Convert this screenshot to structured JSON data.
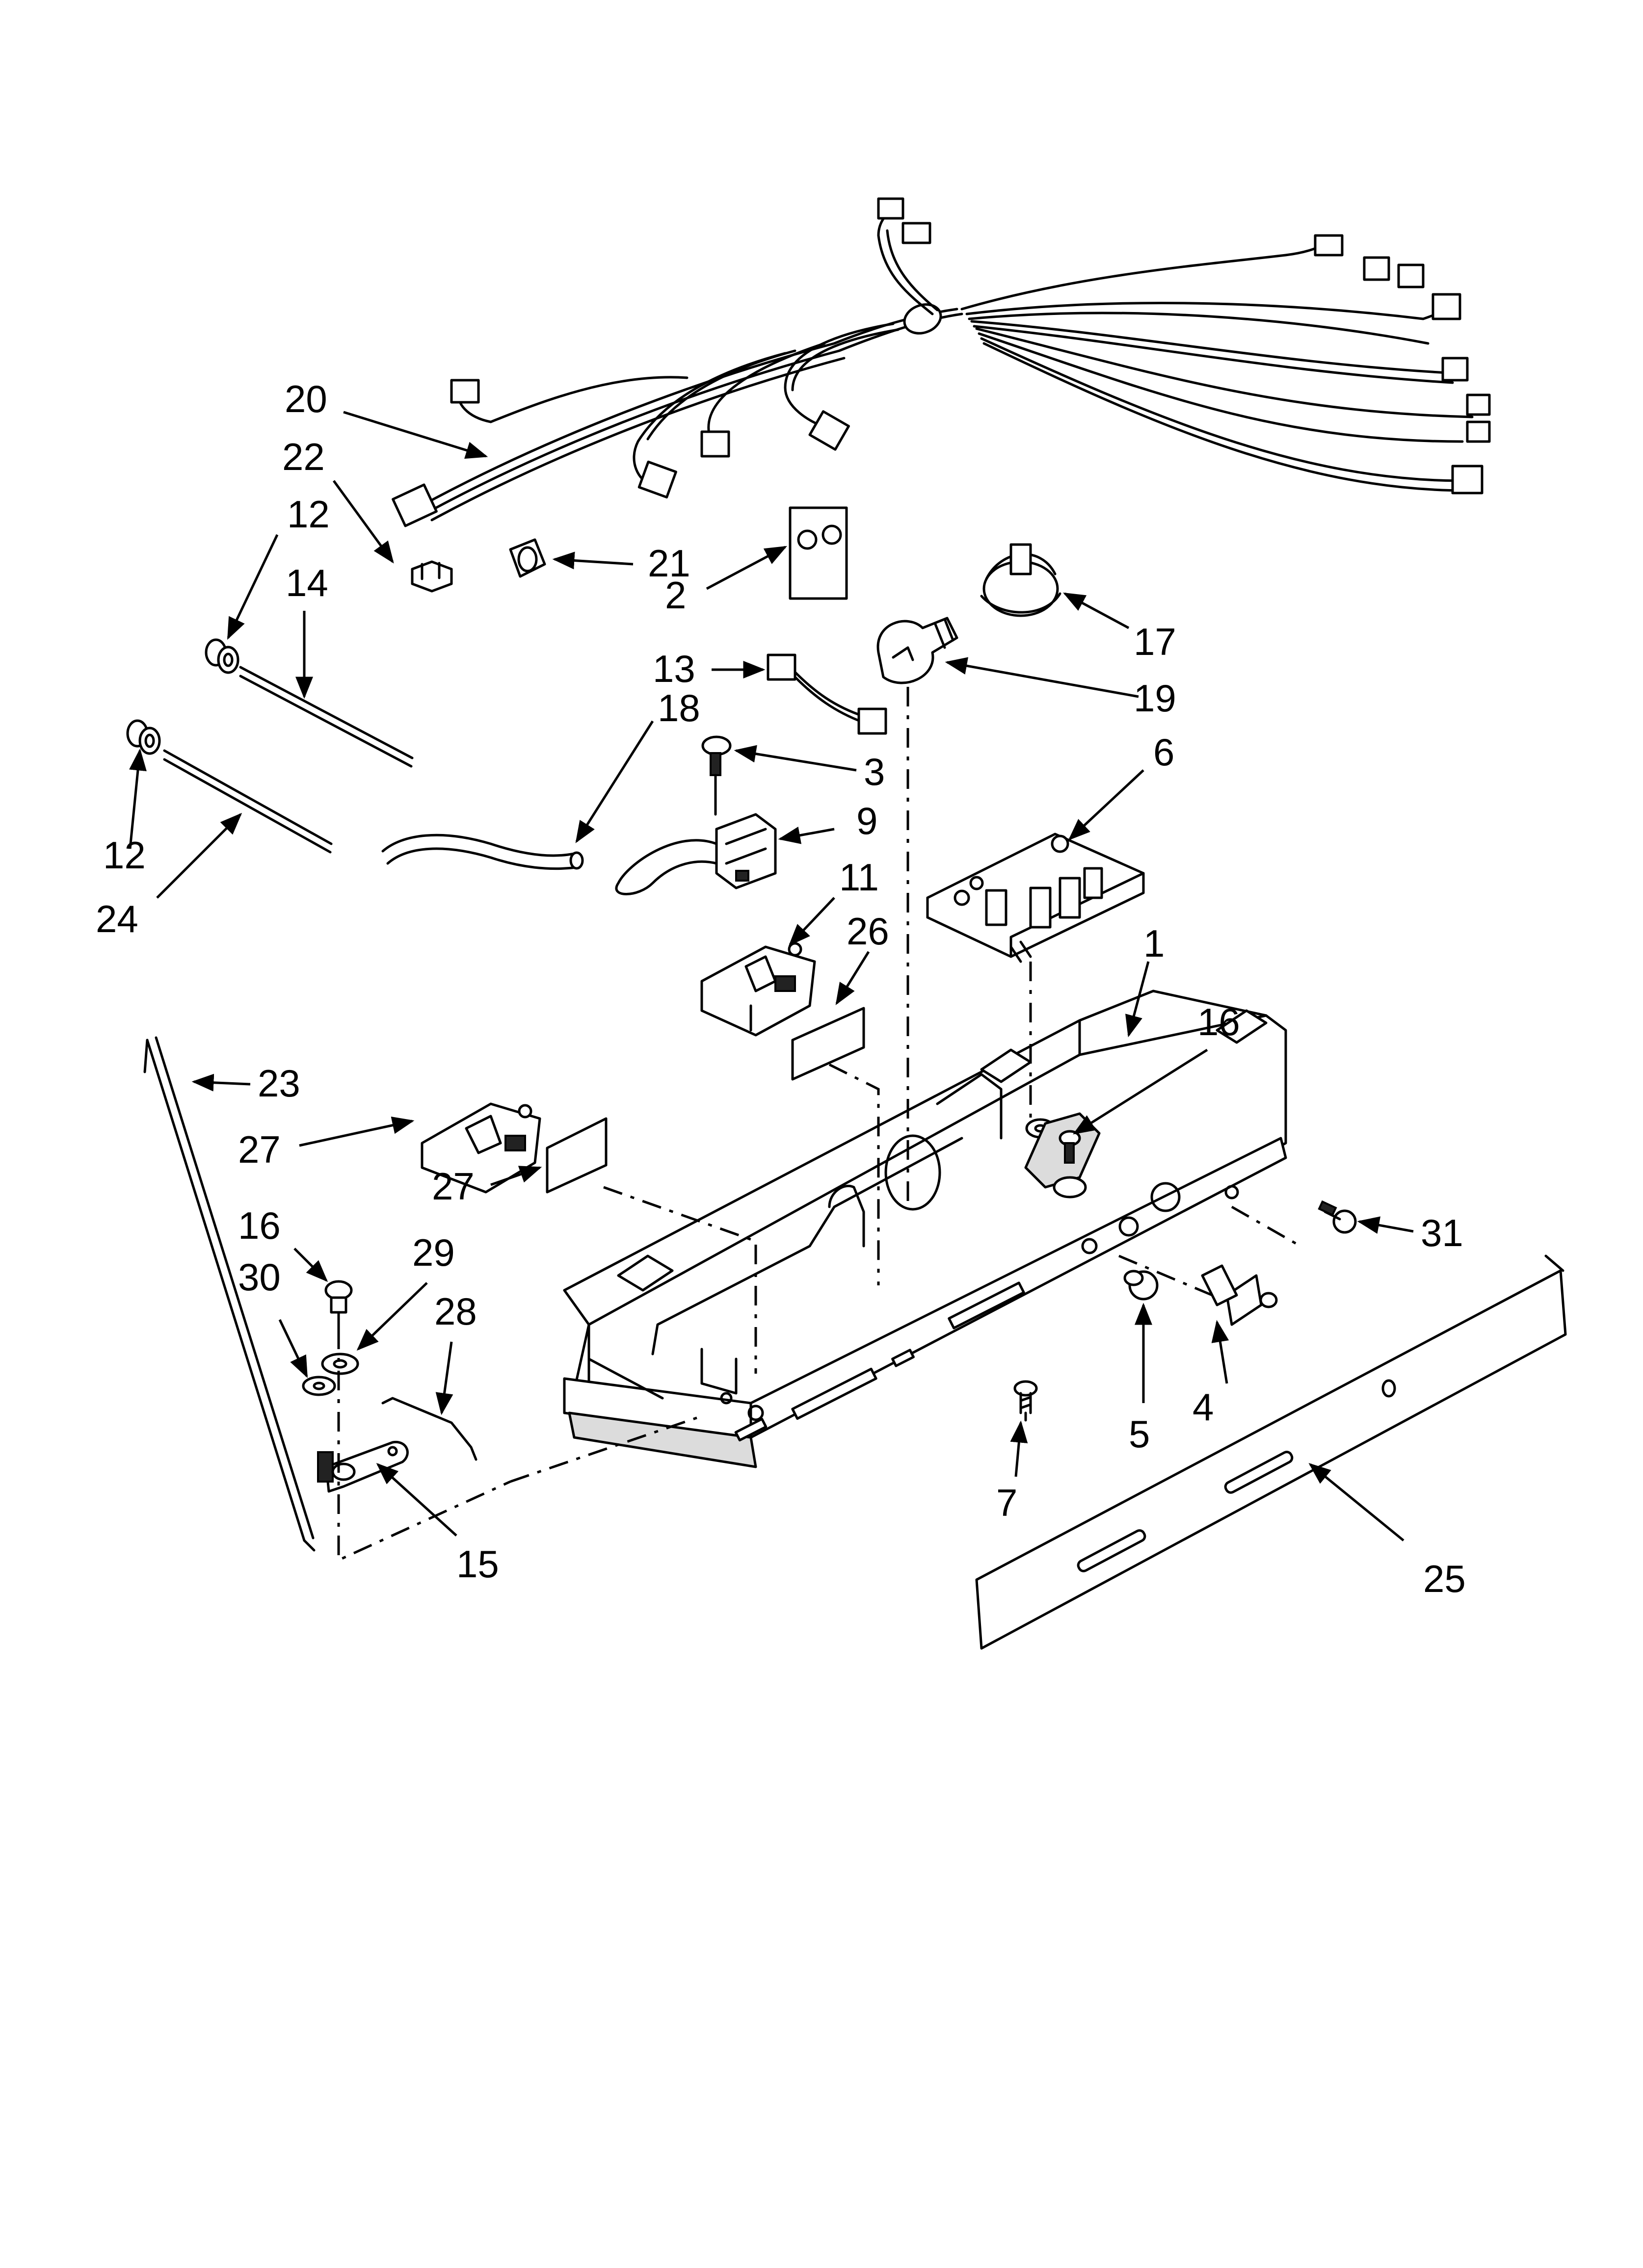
{
  "callouts": {
    "c1": "1",
    "c2": "2",
    "c3": "3",
    "c4": "4",
    "c5": "5",
    "c6": "6",
    "c7": "7",
    "c9": "9",
    "c11": "11",
    "c12a": "12",
    "c12b": "12",
    "c13": "13",
    "c14": "14",
    "c15": "15",
    "c16a": "16",
    "c16b": "16",
    "c17": "17",
    "c18": "18",
    "c19": "19",
    "c20": "20",
    "c21": "21",
    "c22": "22",
    "c23": "23",
    "c24": "24",
    "c25": "25",
    "c26": "26",
    "c27a": "27",
    "c27b": "27",
    "c28": "28",
    "c29": "29",
    "c30": "30",
    "c31": "31"
  }
}
